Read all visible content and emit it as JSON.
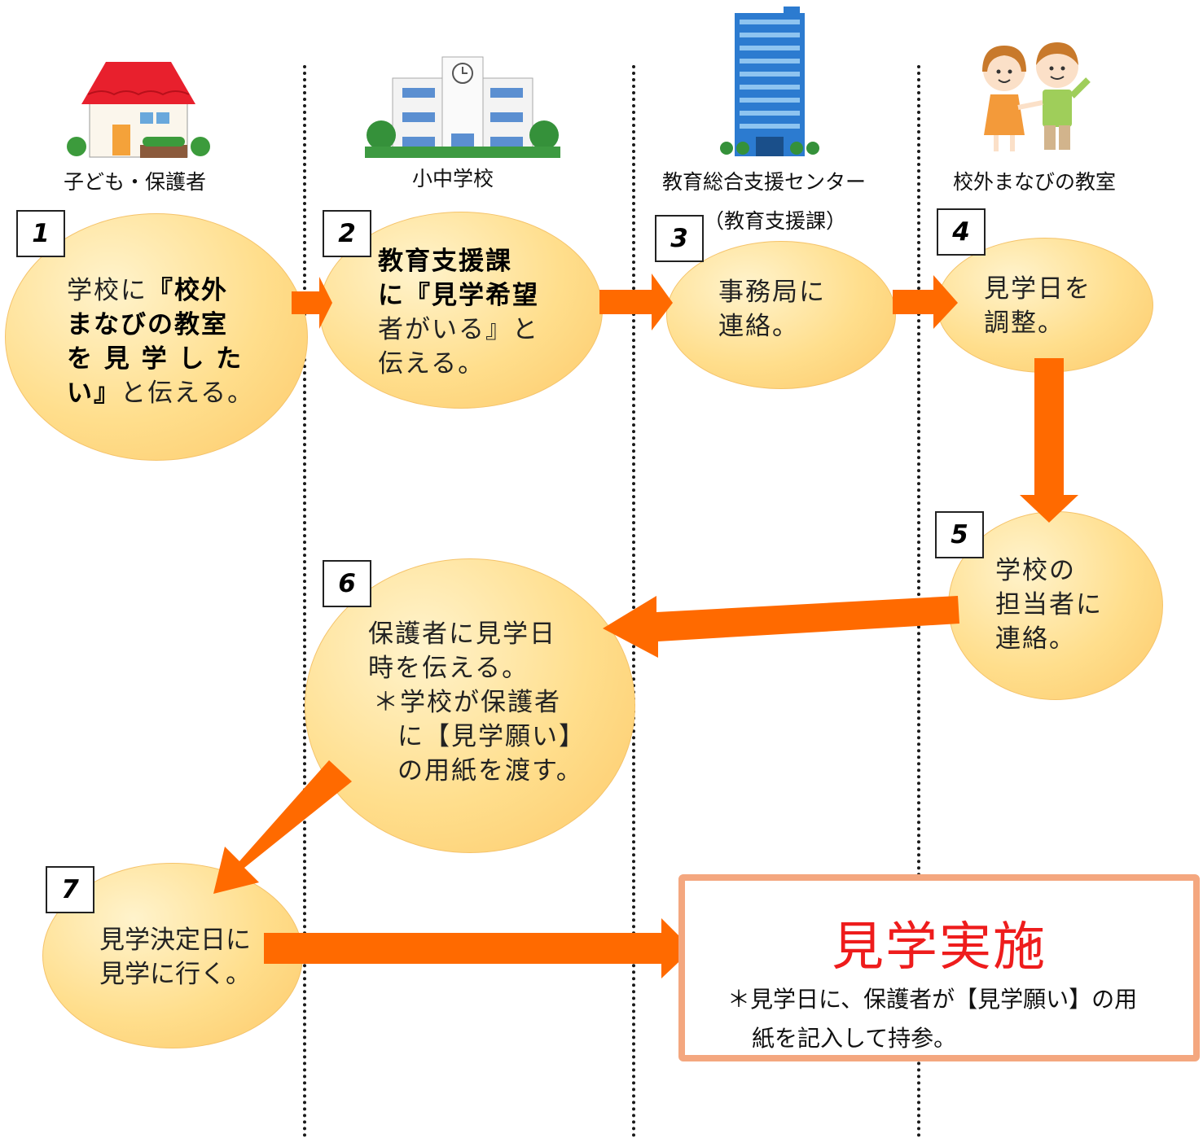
{
  "actors": [
    {
      "label": "子ども・保護者",
      "icon": "house-icon"
    },
    {
      "label": "小中学校",
      "icon": "school-building-icon"
    },
    {
      "label": "教育総合支援センター",
      "sublabel": "（教育支援課）",
      "icon": "office-tower-icon"
    },
    {
      "label": "校外まなびの教室",
      "icon": "children-holding-hands-icon"
    }
  ],
  "steps": [
    {
      "number": "1",
      "lines": [
        [
          "学校に",
          "『校外"
        ],
        [
          "まなびの教室"
        ],
        [
          "を 見 学 し た"
        ],
        [
          "い』",
          "と伝える。"
        ]
      ]
    },
    {
      "number": "2",
      "lines": [
        "教育支援課",
        "に『見学希望",
        "者がいる』と",
        "伝える。"
      ]
    },
    {
      "number": "3",
      "lines": [
        "事務局に",
        "連絡。"
      ]
    },
    {
      "number": "4",
      "lines": [
        "見学日を",
        "調整。"
      ]
    },
    {
      "number": "5",
      "lines": [
        "学校の",
        "担当者に",
        "連絡。"
      ]
    },
    {
      "number": "6",
      "lines": [
        "保護者に見学日",
        "時を伝える。",
        "＊学校が保護者",
        "に【見学願い】",
        "の用紙を渡す。"
      ]
    },
    {
      "number": "7",
      "lines": [
        "見学決定日に",
        "見学に行く。"
      ]
    }
  ],
  "final": {
    "title": "見学実施",
    "note_lines": [
      "＊見学日に、保護者が【見学願い】の用",
      "紙を記入して持参。"
    ]
  },
  "colors": {
    "arrow": "#ff6a00",
    "bubble": "#fcd27a",
    "final_title": "#ee1c1c",
    "final_border": "#f4a77f"
  }
}
